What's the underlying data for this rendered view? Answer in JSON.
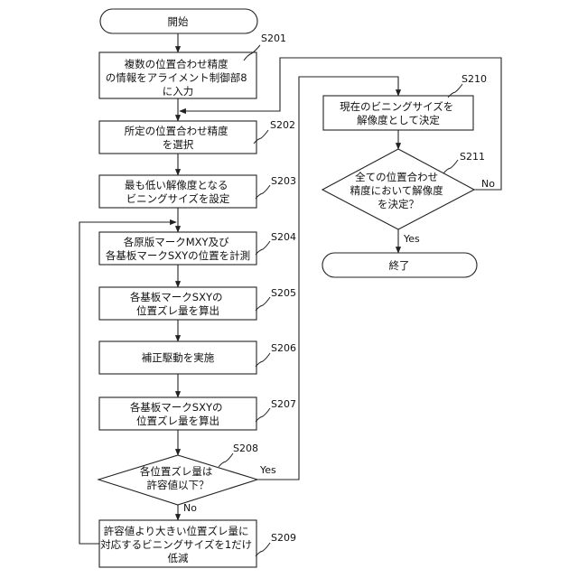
{
  "nodes": {
    "start": "開始",
    "s201": [
      "複数の位置合わせ精度",
      "の情報をアライメント制御部8",
      "に入力"
    ],
    "s202": [
      "所定の位置合わせ精度",
      "を選択"
    ],
    "s203": [
      "最も低い解像度となる",
      "ビニングサイズを設定"
    ],
    "s204": [
      "各原版マークMXY及び",
      "各基板マークSXYの位置を計測"
    ],
    "s205": [
      "各基板マークSXYの",
      "位置ズレ量を算出"
    ],
    "s206": [
      "補正駆動を実施"
    ],
    "s207": [
      "各基板マークSXYの",
      "位置ズレ量を算出"
    ],
    "s208": [
      "各位置ズレ量は",
      "許容値以下？"
    ],
    "s209": [
      "許容値より大きい位置ズレ量に",
      "対応するビニングサイズを1だけ",
      "低減"
    ],
    "s210": [
      "現在のビニングサイズを",
      "解像度として決定"
    ],
    "s211": [
      "全ての位置合わせ",
      "精度において解像度",
      "を決定？"
    ],
    "end": "終了"
  },
  "step_labels": {
    "s201": "S201",
    "s202": "S202",
    "s203": "S203",
    "s204": "S204",
    "s205": "S205",
    "s206": "S206",
    "s207": "S207",
    "s208": "S208",
    "s209": "S209",
    "s210": "S210",
    "s211": "S211"
  },
  "edge_labels": {
    "s208_yes": "Yes",
    "s208_no": "No",
    "s211_yes": "Yes",
    "s211_no": "No"
  }
}
